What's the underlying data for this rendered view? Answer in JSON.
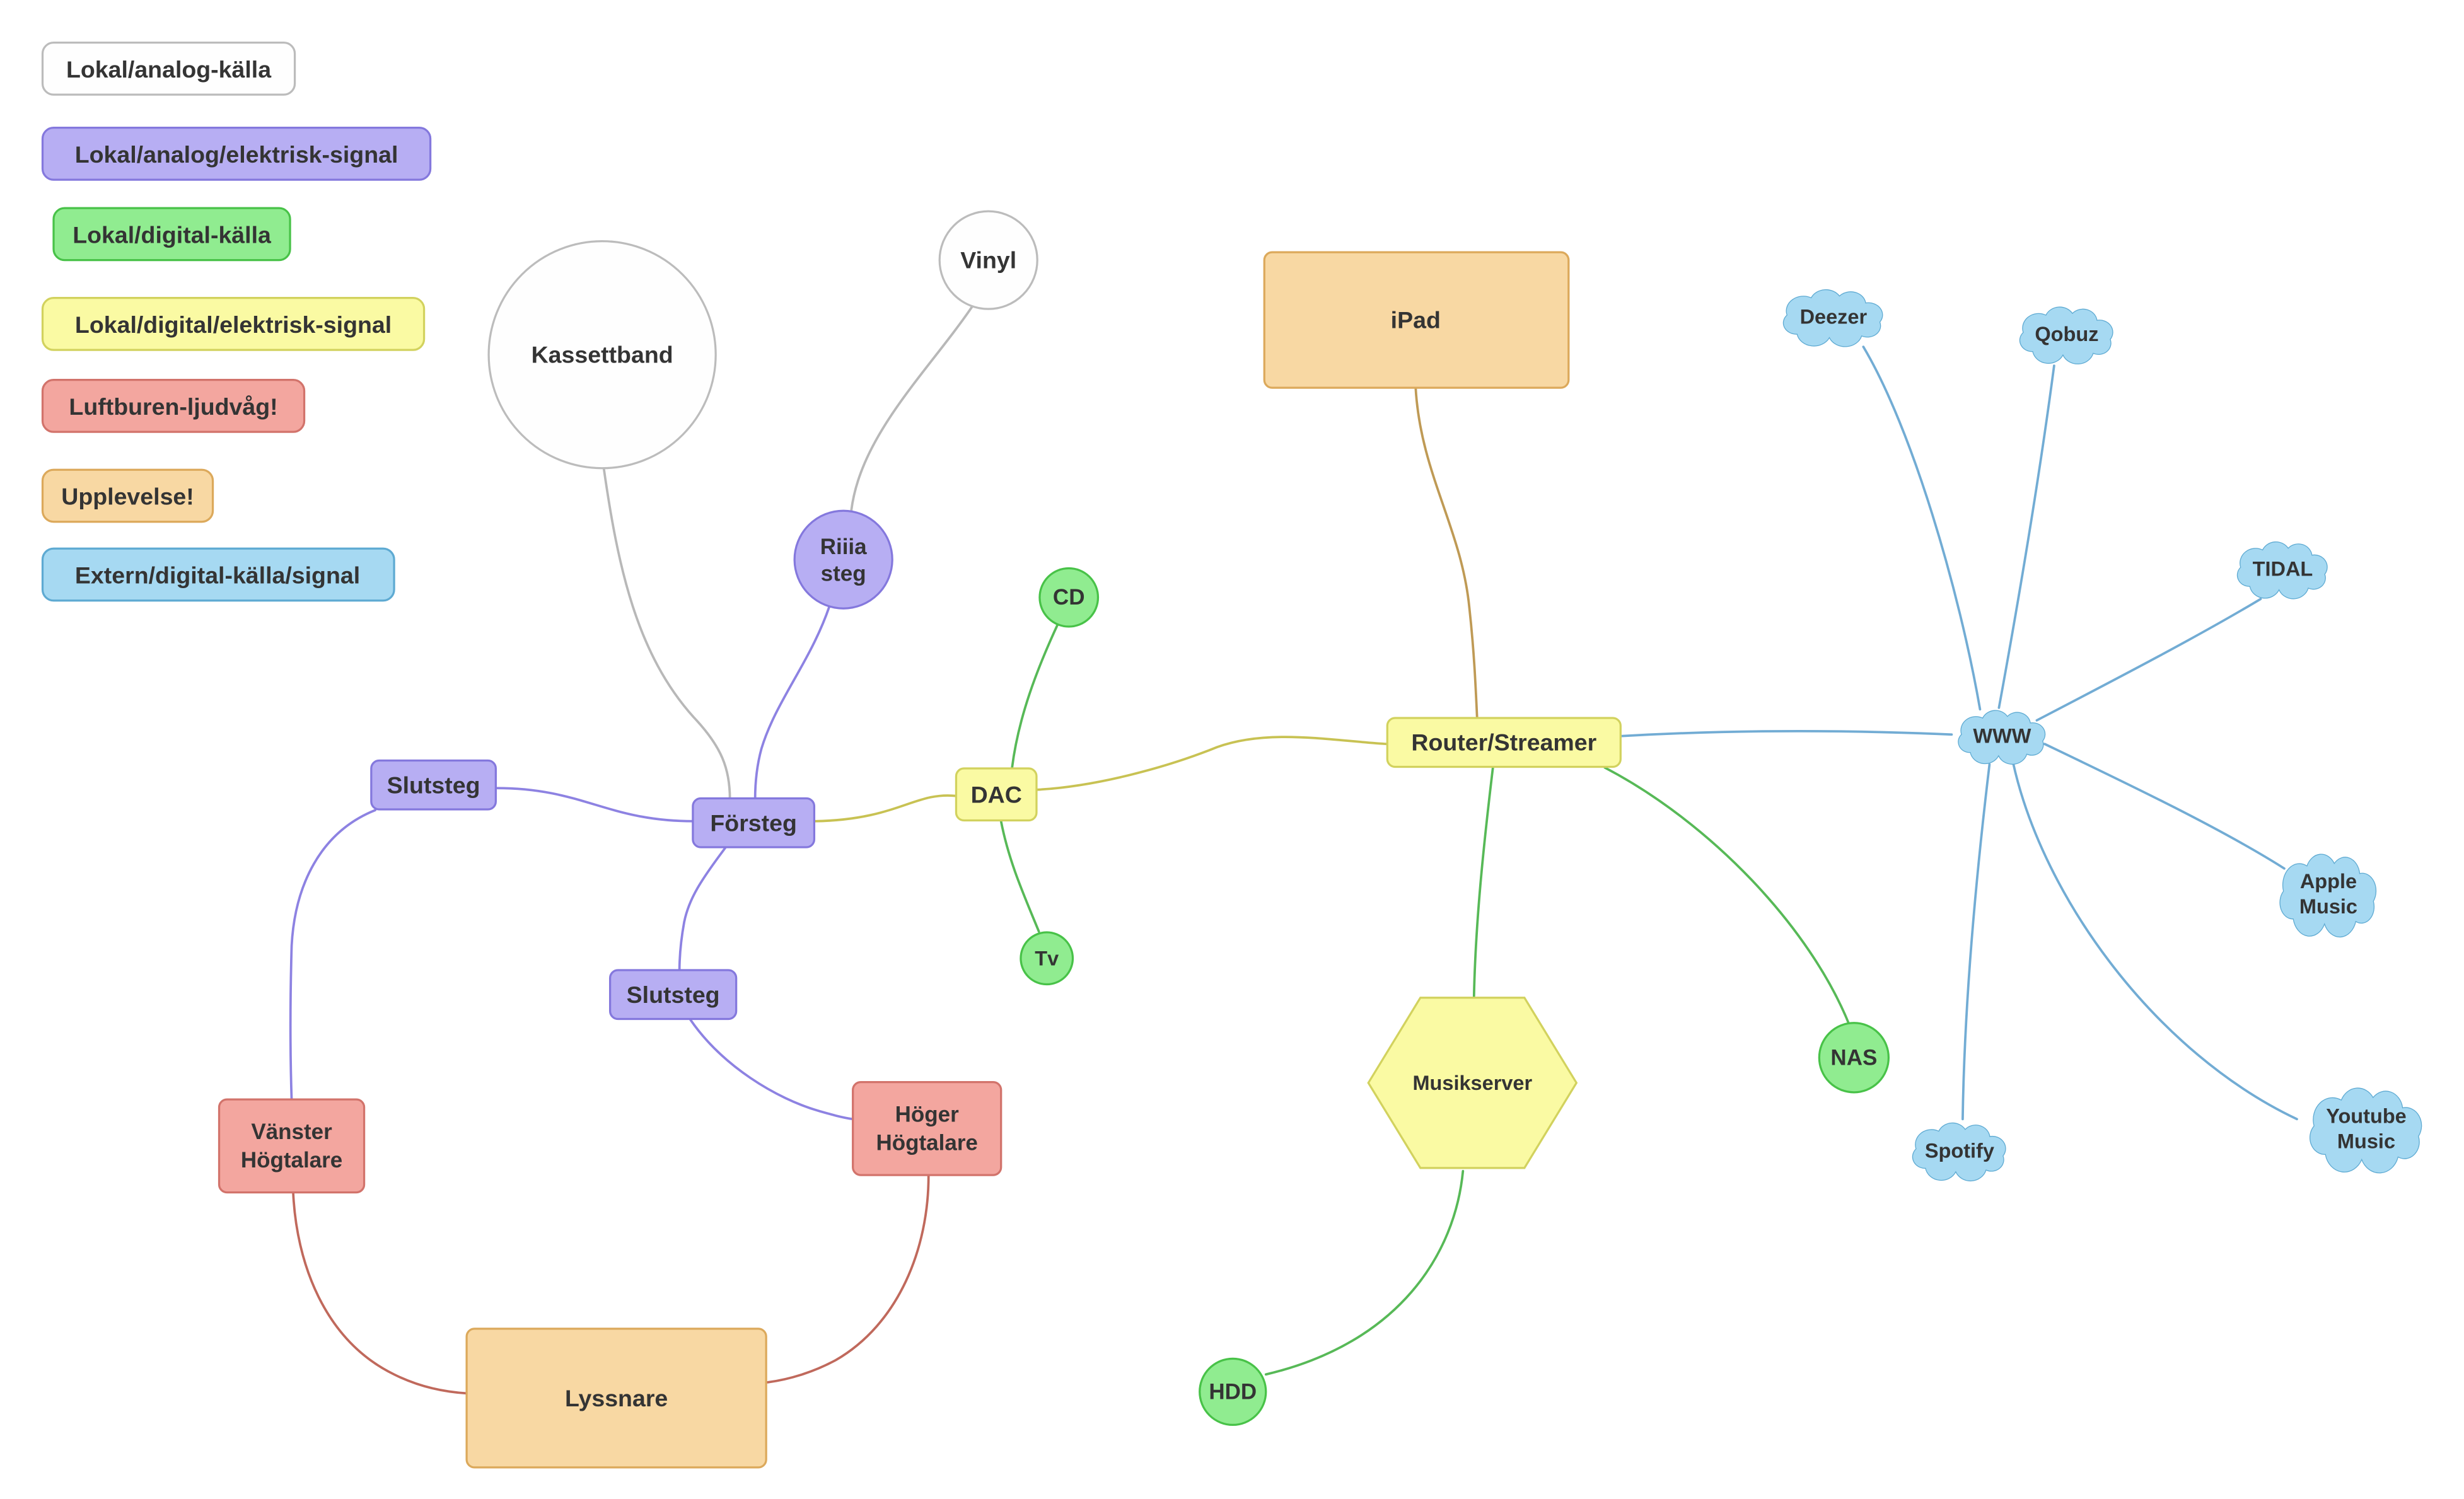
{
  "diagram": {
    "kind": "audio-system-signal-flow-diagram",
    "background": "#ffffff"
  },
  "palette": {
    "analog_source": {
      "fill": "#fefefe",
      "stroke": "#bcbcbc"
    },
    "analog_electric_signal": {
      "fill": "#b7aef3",
      "stroke": "#8478dd"
    },
    "digital_source": {
      "fill": "#90ec90",
      "stroke": "#48c248"
    },
    "digital_electric_signal": {
      "fill": "#fafaa3",
      "stroke": "#d2d25e"
    },
    "airborne_soundwave": {
      "fill": "#f3a69f",
      "stroke": "#d2736b"
    },
    "experience": {
      "fill": "#f8d8a3",
      "stroke": "#dca95b"
    },
    "external_digital": {
      "fill": "#a6d9f2",
      "stroke": "#5eaad2"
    }
  },
  "legend": {
    "items": [
      {
        "label": "Lokal/analog-källa"
      },
      {
        "label": "Lokal/analog/elektrisk-signal"
      },
      {
        "label": "Lokal/digital-källa"
      },
      {
        "label": "Lokal/digital/elektrisk-signal"
      },
      {
        "label": "Luftburen-ljudvåg!"
      },
      {
        "label": "Upplevelse!"
      },
      {
        "label": "Extern/digital-källa/signal"
      }
    ]
  },
  "nodes": {
    "kassettband": {
      "label": "Kassettband"
    },
    "vinyl": {
      "label": "Vinyl"
    },
    "ipad": {
      "label": "iPad"
    },
    "riiia_steg": {
      "line1": "Riiia",
      "line2": "steg"
    },
    "cd": {
      "label": "CD"
    },
    "router": {
      "label": "Router/Streamer"
    },
    "dac": {
      "label": "DAC"
    },
    "forsteg": {
      "label": "Försteg"
    },
    "slutsteg_left": {
      "label": "Slutsteg"
    },
    "slutsteg_bottom": {
      "label": "Slutsteg"
    },
    "tv": {
      "label": "Tv"
    },
    "nas": {
      "label": "NAS"
    },
    "musikserver": {
      "label": "Musikserver"
    },
    "vanster_hogtalare": {
      "line1": "Vänster",
      "line2": "Högtalare"
    },
    "hoger_hogtalare": {
      "line1": "Höger",
      "line2": "Högtalare"
    },
    "lyssnare": {
      "label": "Lyssnare"
    },
    "hdd": {
      "label": "HDD"
    },
    "deezer": {
      "label": "Deezer"
    },
    "qobuz": {
      "label": "Qobuz"
    },
    "tidal": {
      "label": "TIDAL"
    },
    "www": {
      "label": "WWW"
    },
    "apple_music": {
      "line1": "Apple",
      "line2": "Music"
    },
    "spotify": {
      "label": "Spotify"
    },
    "youtube_music": {
      "line1": "Youtube",
      "line2": "Music"
    }
  }
}
